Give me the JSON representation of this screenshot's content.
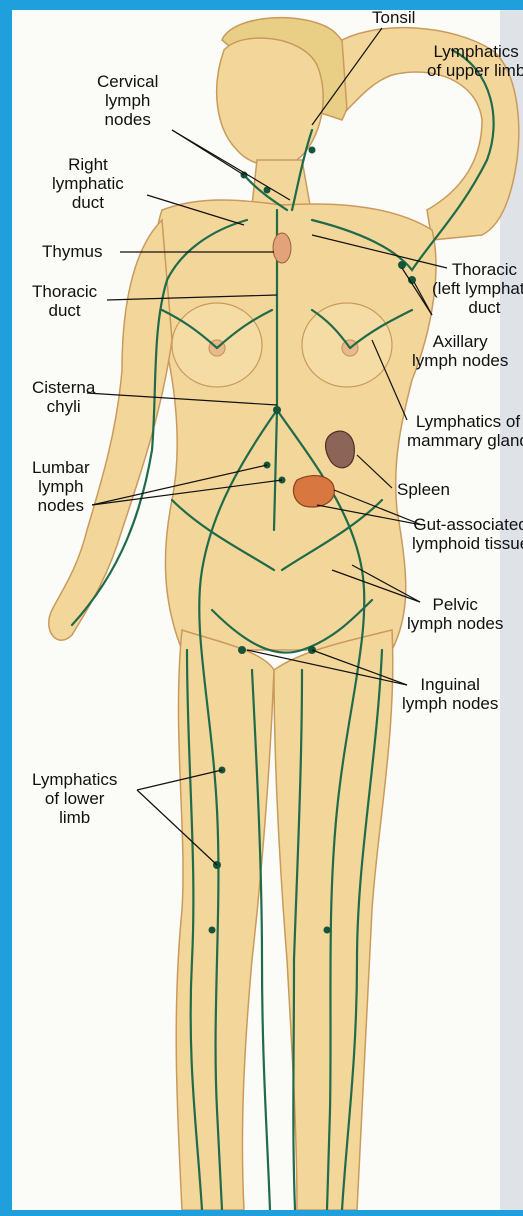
{
  "colors": {
    "frame": "#1f9fdc",
    "skin": "#f3d79a",
    "skin_shadow": "#e2b978",
    "lymph_vessel": "#1f6b4a",
    "organ": "#e2a37a",
    "spleen": "#8d6458",
    "hair": "#e9cf86"
  },
  "labels": {
    "tonsil": "Tonsil",
    "lymph_upper_1": "Lymphatics",
    "lymph_upper_2": "of upper limb",
    "cervical_1": "Cervical",
    "cervical_2": "lymph",
    "cervical_3": "nodes",
    "right_duct_1": "Right",
    "right_duct_2": "lymphatic",
    "right_duct_3": "duct",
    "thymus": "Thymus",
    "thoracic_l_1": "Thoracic",
    "thoracic_l_2": "duct",
    "thoracic_r_1": "Thoracic",
    "thoracic_r_2": "(left lymphatic",
    "thoracic_r_3": "duct",
    "axillary_1": "Axillary",
    "axillary_2": "lymph nodes",
    "cisterna_1": "Cisterna",
    "cisterna_2": "chyli",
    "mammary_1": "Lymphatics of",
    "mammary_2": "mammary gland",
    "lumbar_1": "Lumbar",
    "lumbar_2": "lymph",
    "lumbar_3": "nodes",
    "spleen": "Spleen",
    "gut_1": "Gut-associated",
    "gut_2": "lymphoid tissue",
    "pelvic_1": "Pelvic",
    "pelvic_2": "lymph nodes",
    "inguinal_1": "Inguinal",
    "inguinal_2": "lymph nodes",
    "lower_1": "Lymphatics",
    "lower_2": "of lower",
    "lower_3": "limb"
  }
}
